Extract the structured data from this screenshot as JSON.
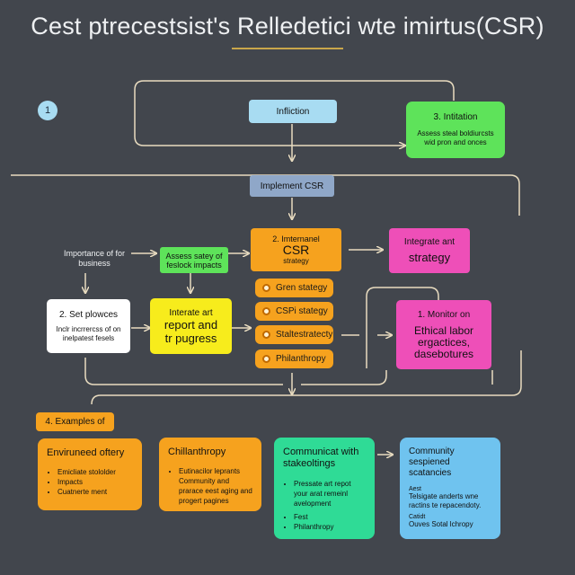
{
  "header": {
    "title": "Cest ptrecestsist's Relledetici wte imirtus(CSR)"
  },
  "badge_1": "1",
  "boxes": {
    "infliction": "Infliction",
    "initiation": {
      "title": "3. Intitation",
      "body": "Assess steal boldiurcsts wid pron and onces"
    },
    "implement": "Implement CSR",
    "importance": "Importance of for business",
    "assess": "Assess satey of feslock impacts",
    "internal": {
      "line1": "2. Imternanel",
      "line2": "CSR",
      "line3": "strategy"
    },
    "integrate_strategy": {
      "line1": "Integrate ant",
      "line2": "strategy"
    },
    "set_plowces": {
      "title": "2. Set plowces",
      "body": "Inclr incrrercss of on inelpatest fesels"
    },
    "interate_report": {
      "line1": "Interate art",
      "line2": "report and",
      "line3": "tr pugress"
    },
    "monitor": {
      "title": "1. Monitor on",
      "body": "Ethical labor ergactices, dasebotures"
    }
  },
  "strategy_items": [
    "Gren stategy",
    "CSPi stategy",
    "Staltestratecty",
    "Philanthropy"
  ],
  "examples_label": "4. Examples of",
  "cards": [
    {
      "title": "Enviruneed oftery",
      "items": [
        "Emicliate stololder",
        "Impacts",
        "Cuatnerte ment"
      ]
    },
    {
      "title": "Chillanthropy",
      "items": [
        "Eutinacilor leprants Community and prarace eest aging and progert pagines"
      ]
    },
    {
      "title": "Communicat with stakeoltings",
      "items": [
        "Pressate art repot your arat remeinl avelopment",
        "Fest",
        "Philanthropy"
      ]
    },
    {
      "title": "Community sespiened scatancies",
      "sub1": "Aest",
      "body1": "Telsigate anderts wne ractins te repacendoty.",
      "sub2": "Catidt",
      "body2": "Ouves Sotal lchropy"
    }
  ],
  "colors": {
    "background": "#42464d",
    "light_blue": "#a8dcf2",
    "steel_blue": "#8fa7c8",
    "green": "#5ee35a",
    "orange": "#f6a21e",
    "magenta": "#ee4fb8",
    "yellow": "#f7ec1c",
    "teal": "#2fdb96",
    "sky": "#6fc3ef",
    "connector": "#e9dcc0"
  }
}
